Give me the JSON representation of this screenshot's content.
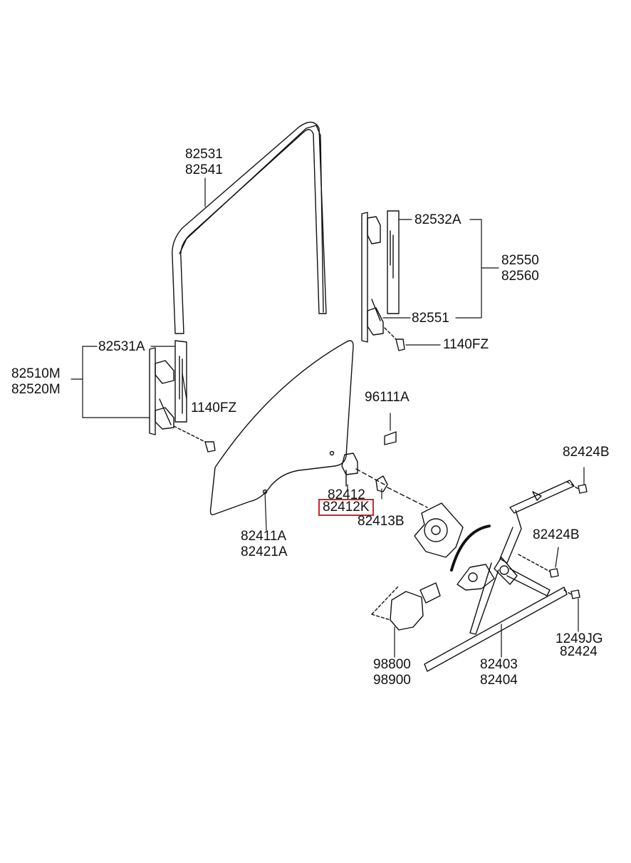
{
  "labels": {
    "p82531": "82531",
    "p82541": "82541",
    "p82532A": "82532A",
    "p82550": "82550",
    "p82560": "82560",
    "p82551": "82551",
    "p1140FZ_top": "1140FZ",
    "p82531A": "82531A",
    "p82510M": "82510M",
    "p82520M": "82520M",
    "p1140FZ_left": "1140FZ",
    "p96111A": "96111A",
    "p82424B_top": "82424B",
    "p82412": "82412",
    "p82412K": "82412K",
    "p82413B": "82413B",
    "p82411A": "82411A",
    "p82421A": "82421A",
    "p82424B_mid": "82424B",
    "p1249JG": "1249JG",
    "p82424": "82424",
    "p98800": "98800",
    "p98900": "98900",
    "p82403": "82403",
    "p82404": "82404"
  },
  "highlight_color": "#e02020"
}
